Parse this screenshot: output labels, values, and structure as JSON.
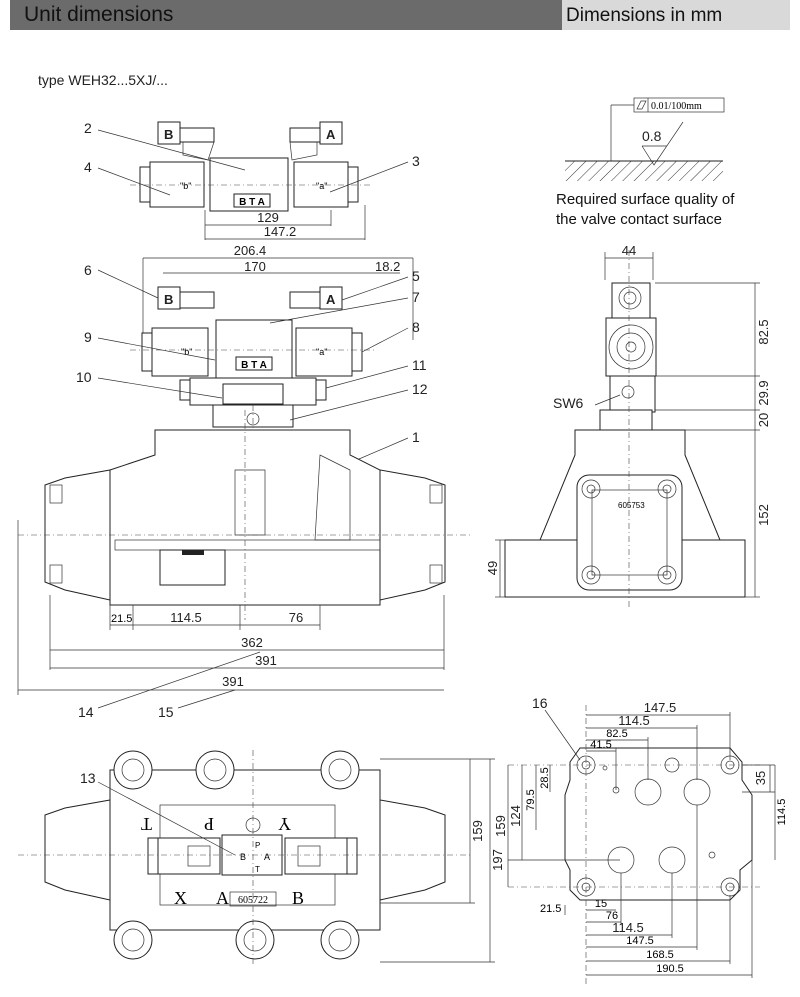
{
  "header": {
    "title": "Unit dimensions",
    "subtitle": "Dimensions in mm"
  },
  "type_label": "type WEH32...5XJ/...",
  "surface_note": {
    "flatness": "0.01/100mm",
    "roughness": "0.8",
    "line1": "Required surface quality of",
    "line2": "the valve contact surface"
  },
  "solenoid_labels": {
    "a_tag": "A",
    "b_tag": "B",
    "a_quoted": "\"a\"",
    "b_quoted": "\"b\"",
    "brand": "B T A"
  },
  "top_view1": {
    "dim_129": "129",
    "dim_147_2": "147.2",
    "callouts": [
      "2",
      "4",
      "3"
    ]
  },
  "top_view2": {
    "dim_206_4": "206.4",
    "dim_170": "170",
    "dim_18_2": "18.2",
    "callouts": [
      "6",
      "5",
      "7",
      "9",
      "8",
      "10",
      "11",
      "12",
      "1"
    ]
  },
  "front_view": {
    "dim_21_5": "21.5",
    "dim_114_5": "114.5",
    "dim_76": "76",
    "dim_362": "362",
    "dim_391a": "391",
    "dim_391b": "391",
    "dim_49": "49",
    "callouts": [
      "14",
      "15"
    ]
  },
  "side_view": {
    "dim_44": "44",
    "dim_82_5": "82.5",
    "dim_29_9": "29.9",
    "dim_20": "20",
    "dim_152": "152",
    "sw": "SW6",
    "plate": "605753"
  },
  "bottom_view": {
    "callout": "13",
    "dim_159": "159",
    "dim_197": "197",
    "ports": {
      "T": "T",
      "P": "P",
      "Y": "Y",
      "X": "X",
      "A": "A",
      "B": "B"
    },
    "plate": "605722",
    "small": {
      "b": "B",
      "p": "P",
      "a": "A",
      "t": "T"
    }
  },
  "port_pattern": {
    "callout": "16",
    "dim_147_5_top": "147.5",
    "dim_114_5_top": "114.5",
    "dim_82_5": "82.5",
    "dim_41_5": "41.5",
    "dim_28_5": "28.5",
    "dim_79_5": "79.5",
    "dim_124": "124",
    "dim_159": "159",
    "dim_35": "35",
    "dim_114_5_right": "114.5",
    "dim_21_5": "21.5",
    "dim_15": "15",
    "dim_76": "76",
    "dim_114_5_bot": "114.5",
    "dim_147_5_bot": "147.5",
    "dim_168_5": "168.5",
    "dim_190_5": "190.5"
  }
}
